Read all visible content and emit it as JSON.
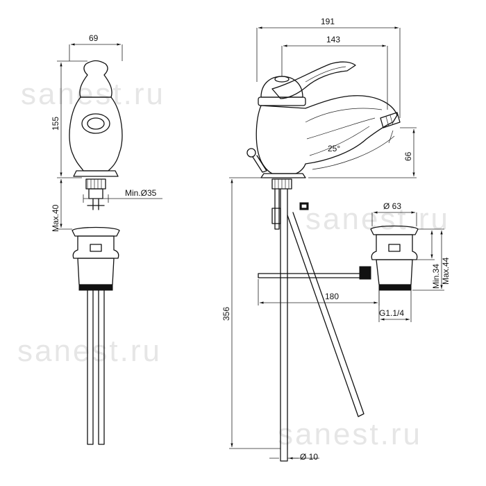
{
  "watermark": "sanest.ru",
  "dimensions": {
    "front_width": "69",
    "front_height": "155",
    "front_clamp_max": "Max.40",
    "front_hole_min": "Min.Ø35",
    "side_total_width": "191",
    "side_spout_reach": "143",
    "spout_angle": "25°",
    "spout_height": "66",
    "waste_diameter": "Ø 63",
    "rod_length": "180",
    "waste_min": "Min.34",
    "waste_max": "Max.44",
    "waste_thread": "G1.1/4",
    "supply_length": "356",
    "supply_diameter": "Ø 10"
  }
}
